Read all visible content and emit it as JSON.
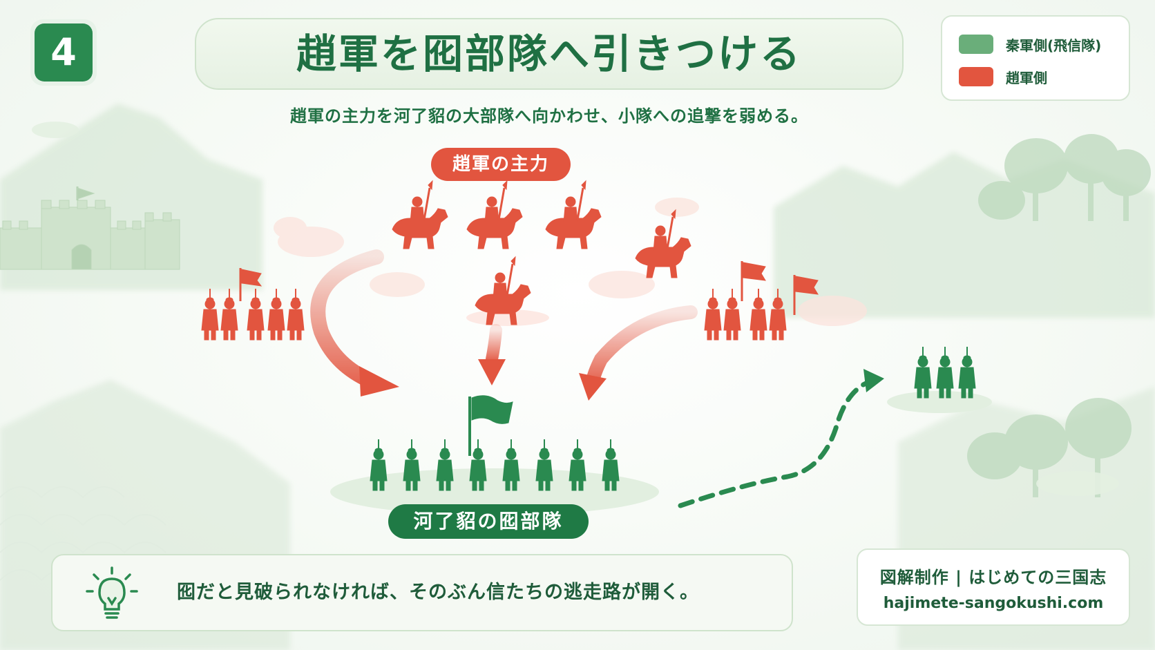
{
  "step_number": "4",
  "title": "趙軍を囮部隊へ引きつける",
  "subtitle": "趙軍の主力を河了貂の大部隊へ向かわせ、小隊への追撃を弱める。",
  "legend": {
    "items": [
      {
        "label": "秦軍側(飛信隊)",
        "color": "#6aae7a"
      },
      {
        "label": "趙軍側",
        "color": "#e2553f"
      }
    ]
  },
  "labels": {
    "zhao_main": "趙軍の主力",
    "decoy_unit": "河了貂の囮部隊"
  },
  "hint": {
    "text": "囮だと見破られなければ、そのぶん信たちの逃走路が開く。",
    "icon": "lightbulb-icon"
  },
  "credit": {
    "line1": "図解制作 | はじめての三国志",
    "line2": "hajimete-sangokushi.com"
  },
  "colors": {
    "qin": "#2a8a50",
    "zhao": "#e2553f",
    "accent": "#1f7043"
  }
}
